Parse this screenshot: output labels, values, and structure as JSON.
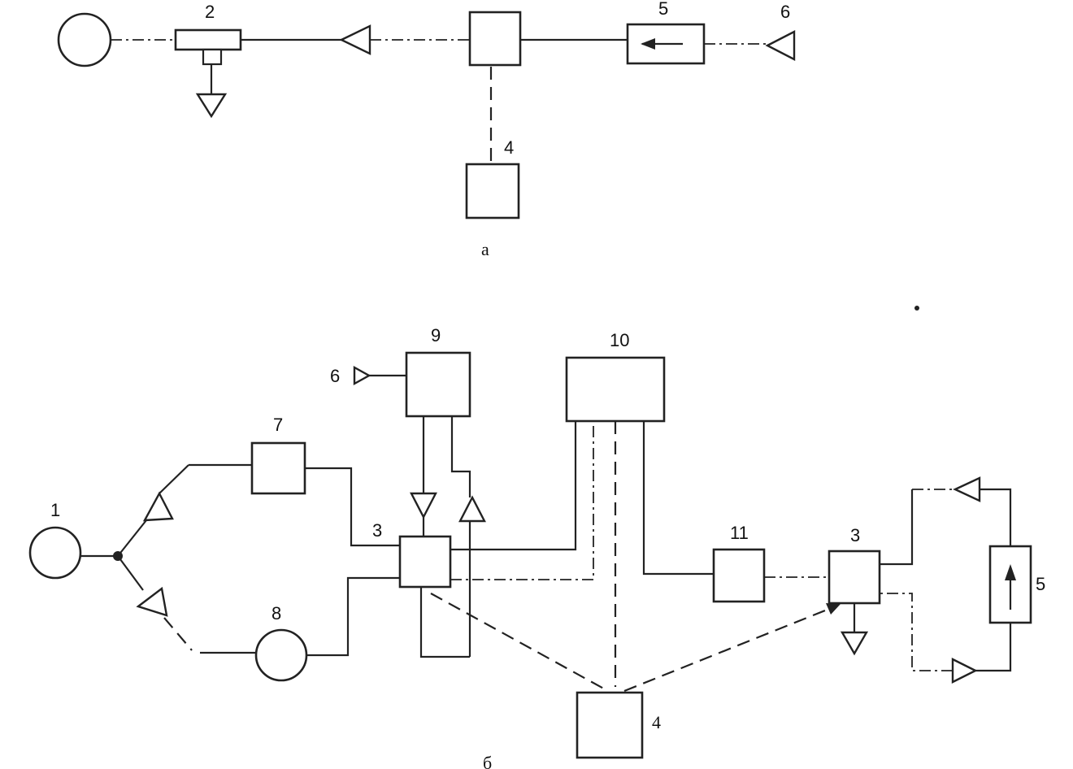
{
  "diagram_a": {
    "caption": "а",
    "labels": {
      "b2": "2",
      "b4": "4",
      "b5": "5",
      "b6": "6"
    }
  },
  "diagram_b": {
    "caption": "б",
    "labels": {
      "b1": "1",
      "b3_left": "3",
      "b3_right": "3",
      "b4": "4",
      "b5": "5",
      "b6": "6",
      "b7": "7",
      "b8": "8",
      "b9": "9",
      "b10": "10",
      "b11": "11"
    }
  }
}
